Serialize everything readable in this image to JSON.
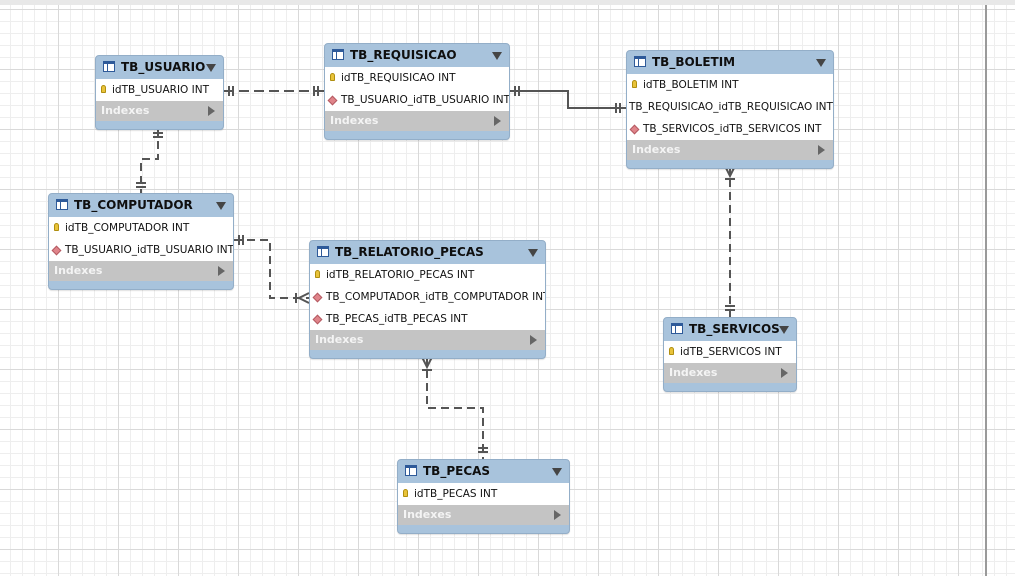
{
  "tables": {
    "usuario": {
      "name": "TB_USUARIO",
      "columns": [
        "idTB_USUARIO INT"
      ],
      "indexes": "Indexes"
    },
    "requisicao": {
      "name": "TB_REQUISICAO",
      "columns": [
        "idTB_REQUISICAO INT",
        "TB_USUARIO_idTB_USUARIO INT"
      ],
      "indexes": "Indexes"
    },
    "boletim": {
      "name": "TB_BOLETIM",
      "columns": [
        "idTB_BOLETIM INT",
        "TB_REQUISICAO_idTB_REQUISICAO INT",
        "TB_SERVICOS_idTB_SERVICOS INT"
      ],
      "indexes": "Indexes"
    },
    "computador": {
      "name": "TB_COMPUTADOR",
      "columns": [
        "idTB_COMPUTADOR INT",
        "TB_USUARIO_idTB_USUARIO INT"
      ],
      "indexes": "Indexes"
    },
    "relatorio": {
      "name": "TB_RELATORIO_PECAS",
      "columns": [
        "idTB_RELATORIO_PECAS INT",
        "TB_COMPUTADOR_idTB_COMPUTADOR INT",
        "TB_PECAS_idTB_PECAS INT"
      ],
      "indexes": "Indexes"
    },
    "servicos": {
      "name": "TB_SERVICOS",
      "columns": [
        "idTB_SERVICOS INT"
      ],
      "indexes": "Indexes"
    },
    "pecas": {
      "name": "TB_PECAS",
      "columns": [
        "idTB_PECAS INT"
      ],
      "indexes": "Indexes"
    }
  },
  "icons": {
    "primary_key": "key-icon",
    "foreign_key": "diamond-icon",
    "table": "table-icon",
    "collapse": "triangle-down-icon",
    "expand": "triangle-right-icon"
  },
  "colors": {
    "header": "#a8c3dc",
    "indexes_bar": "#c4c4c4",
    "relationship_line": "#555555",
    "pk": "#e9c33a",
    "fk": "#e0848a"
  }
}
